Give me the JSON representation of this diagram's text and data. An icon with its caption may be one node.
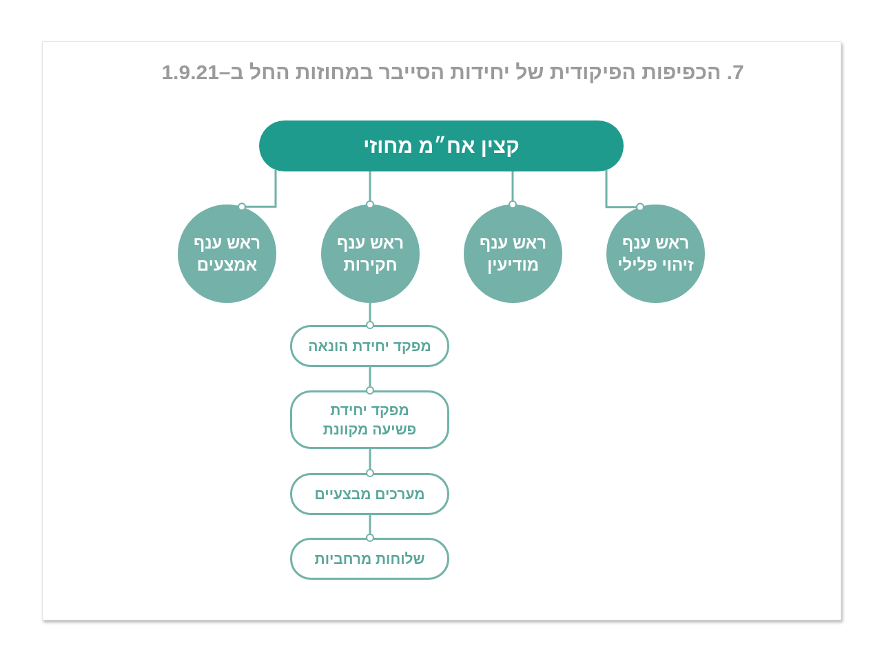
{
  "diagram": {
    "title": "7. הכפיפות הפיקודית של יחידות הסייבר במחוזות החל ב–1.9.21",
    "nodes": [
      {
        "text": [
          "קצין אח״מ מחוזי"
        ]
      },
      {
        "text": [
          "ראש ענף זיהוי פלילי"
        ]
      },
      {
        "text": [
          "ראש ענף מודיעין"
        ]
      },
      {
        "text": [
          "ראש ענף חקירות"
        ]
      },
      {
        "text": [
          "ראש ענף אמצעים"
        ]
      },
      {
        "text": [
          "מפקד יחידת הונאה"
        ]
      },
      {
        "text": [
          "מפקד יחידת פשיעה מקוונת"
        ]
      },
      {
        "text": [
          "מערכים מבצעיים"
        ]
      },
      {
        "text": [
          "שלוחות מרחביות"
        ]
      }
    ],
    "edges": [
      {
        "from": 0,
        "to": 1,
        "arrow": "other"
      },
      {
        "from": 0,
        "to": 2,
        "arrow": "other"
      },
      {
        "from": 0,
        "to": 3,
        "arrow": "other"
      },
      {
        "from": 0,
        "to": 4,
        "arrow": "other"
      },
      {
        "from": 3,
        "to": 5,
        "arrow": "other"
      },
      {
        "from": 5,
        "to": 6,
        "arrow": "other"
      },
      {
        "from": 6,
        "to": 7,
        "arrow": "other"
      },
      {
        "from": 7,
        "to": 8,
        "arrow": "other"
      }
    ]
  }
}
